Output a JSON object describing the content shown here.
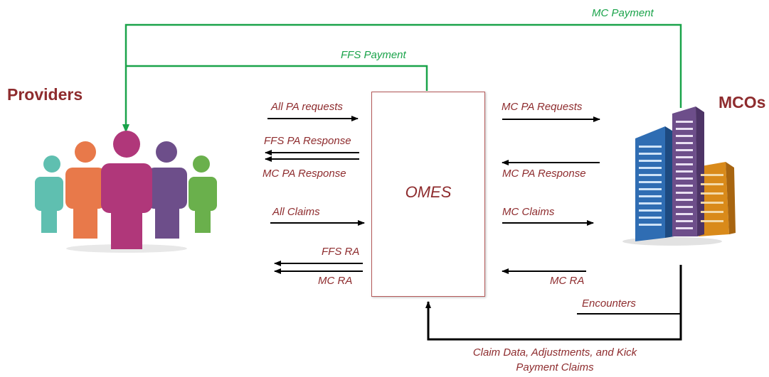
{
  "left_entity": {
    "title": "Providers"
  },
  "right_entity": {
    "title": "MCOs"
  },
  "center": {
    "label": "OMES"
  },
  "payments": {
    "mc_payment": "MC Payment",
    "ffs_payment": "FFS Payment"
  },
  "left_flows": {
    "all_pa_requests": "All PA requests",
    "ffs_pa_response": "FFS PA Response",
    "mc_pa_response": "MC PA Response",
    "all_claims": "All Claims",
    "ffs_ra": "FFS RA",
    "mc_ra": "MC RA"
  },
  "right_flows": {
    "mc_pa_requests": "MC PA Requests",
    "mc_pa_response": "MC PA Response",
    "mc_claims": "MC Claims",
    "mc_ra": "MC RA",
    "encounters": "Encounters"
  },
  "bottom_flow": {
    "line1": "Claim Data, Adjustments, and Kick",
    "line2": "Payment Claims"
  },
  "colors": {
    "label": "#8e2c2e",
    "payment_line": "#1aa34a",
    "arrow": "#000000"
  },
  "icons": {
    "providers": "people-group-icon",
    "mcos": "office-buildings-icon"
  }
}
